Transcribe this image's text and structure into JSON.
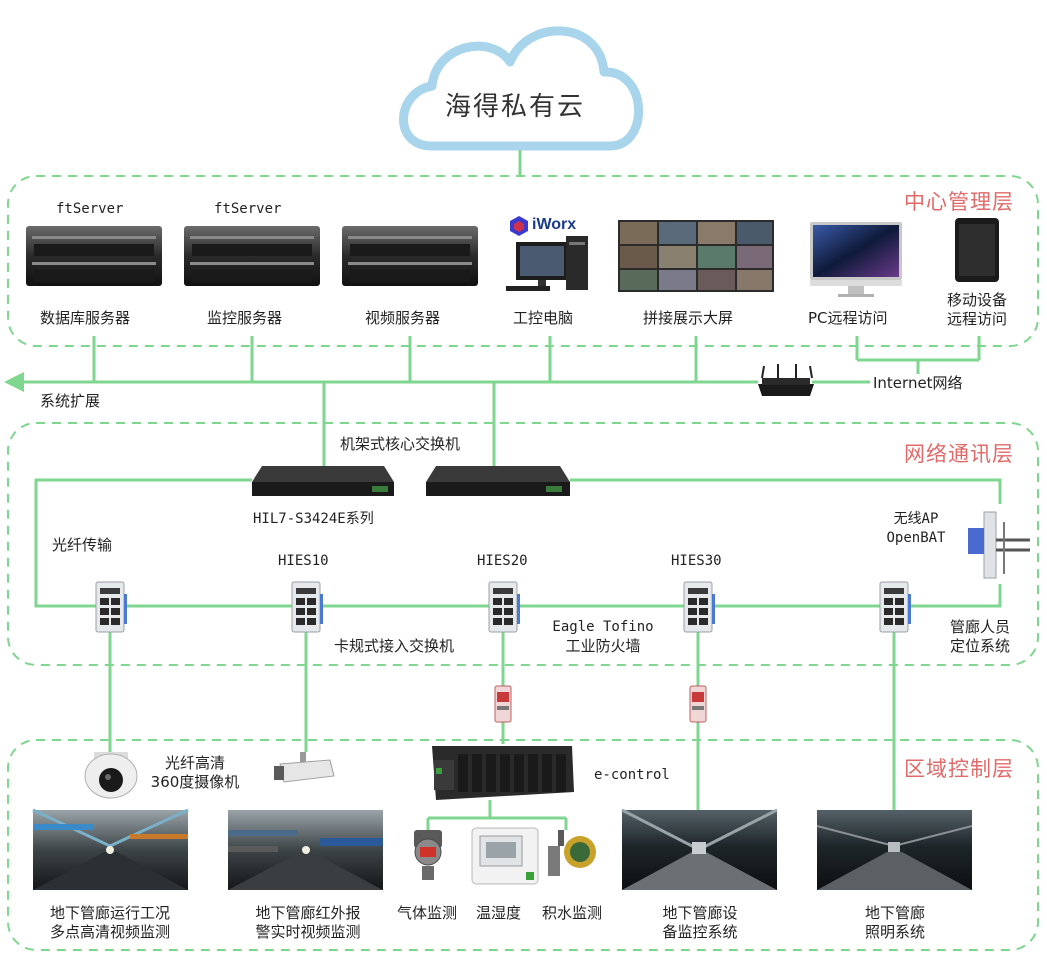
{
  "cloud": {
    "label": "海得私有云"
  },
  "layers": {
    "center": "中心管理层",
    "network": "网络通讯层",
    "area": "区域控制层"
  },
  "center": {
    "server1_brand": "ftServer",
    "server2_brand": "ftServer",
    "db_server": "数据库服务器",
    "monitor_server": "监控服务器",
    "video_server": "视频服务器",
    "iworx_brand": "iWorx",
    "ipc": "工控电脑",
    "video_wall": "拼接展示大屏",
    "pc_remote": "PC远程访问",
    "mobile_remote_1": "移动设备",
    "mobile_remote_2": "远程访问",
    "internet": "Internet网络",
    "system_expand": "系统扩展"
  },
  "network": {
    "core_switch": "机架式核心交换机",
    "core_switch_model": "HIL7-S3424E系列",
    "fiber": "光纤传输",
    "hies10": "HIES10",
    "hies20": "HIES20",
    "hies30": "HIES30",
    "ap_1": "无线AP",
    "ap_2": "OpenBAT",
    "access_switch": "卡规式接入交换机",
    "firewall_1": "Eagle Tofino",
    "firewall_2": "工业防火墙",
    "personnel_1": "管廊人员",
    "personnel_2": "定位系统"
  },
  "area": {
    "camera_1": "光纤高清",
    "camera_2": "360度摄像机",
    "econtrol": "e-control",
    "ops_1": "地下管廊运行工况",
    "ops_2": "多点高清视频监测",
    "ir_1": "地下管廊红外报",
    "ir_2": "警实时视频监测",
    "gas": "气体监测",
    "humidity": "温湿度",
    "water": "积水监测",
    "equip_1": "地下管廊设",
    "equip_2": "备监控系统",
    "light_1": "地下管廊",
    "light_2": "照明系统"
  },
  "colors": {
    "layer_border": "#7fd68f",
    "link": "#7fd68f",
    "layer_title": "#e06a6a",
    "cloud_stroke": "#a8d4ec"
  },
  "icons": [
    "cloud-icon",
    "server-icon",
    "industrial-pc-icon",
    "video-wall-icon",
    "imac-icon",
    "tablet-icon",
    "router-icon",
    "rack-switch-icon",
    "din-switch-icon",
    "wireless-ap-icon",
    "firewall-icon",
    "dome-camera-icon",
    "bullet-camera-icon",
    "plc-icon",
    "gas-detector-icon",
    "humidity-meter-icon",
    "water-sensor-icon",
    "tunnel-photo-icon"
  ]
}
